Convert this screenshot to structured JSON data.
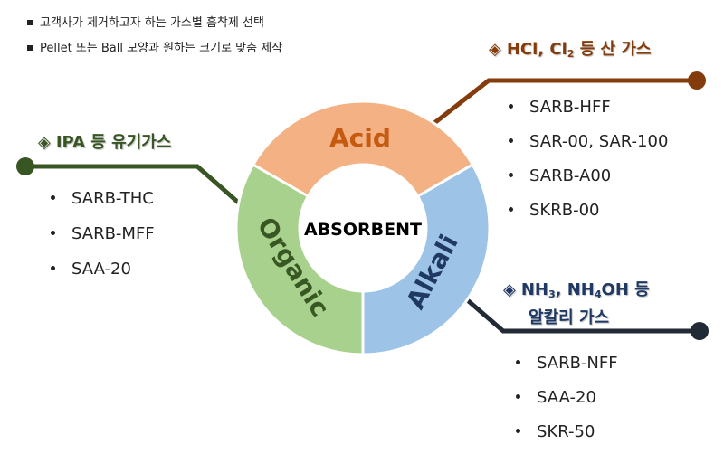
{
  "notes": [
    "고객사가 제거하고자 하는 가스별 흡착제 선택",
    "Pellet 또는 Ball 모양과 원하는 크기로 맞춤 제작"
  ],
  "center_label": "ABSORBENT",
  "segments": {
    "acid": "Acid",
    "alkali": "Alkali",
    "organic": "Organic"
  },
  "acid_group": {
    "title_prefix": "HCl, Cl",
    "title_sub": "2",
    "title_suffix": " 등 산 가스",
    "items": [
      "SARB-HFF",
      "SAR-00, SAR-100",
      "SARB-A00",
      "SKRB-00"
    ]
  },
  "organic_group": {
    "title": "IPA 등 유기가스",
    "items": [
      "SARB-THC",
      "SARB-MFF",
      "SAA-20"
    ]
  },
  "alkali_group": {
    "title_a": "NH",
    "title_a_sub": "3",
    "title_b": ", NH",
    "title_b_sub": "4",
    "title_c": "OH 등",
    "title_line2": "알칼리 가스",
    "items": [
      "SARB-NFF",
      "SAA-20",
      "SKR-50"
    ]
  },
  "diamond_glyph": "◈",
  "colors": {
    "acid_fill": "#F4B183",
    "acid_text": "#C55A11",
    "acid_line": "#843C0C",
    "alkali_fill": "#9DC3E6",
    "alkali_text": "#1F3864",
    "alkali_line": "#222A35",
    "organic_fill": "#A9D18E",
    "organic_text": "#385723",
    "organic_line": "#375623"
  }
}
